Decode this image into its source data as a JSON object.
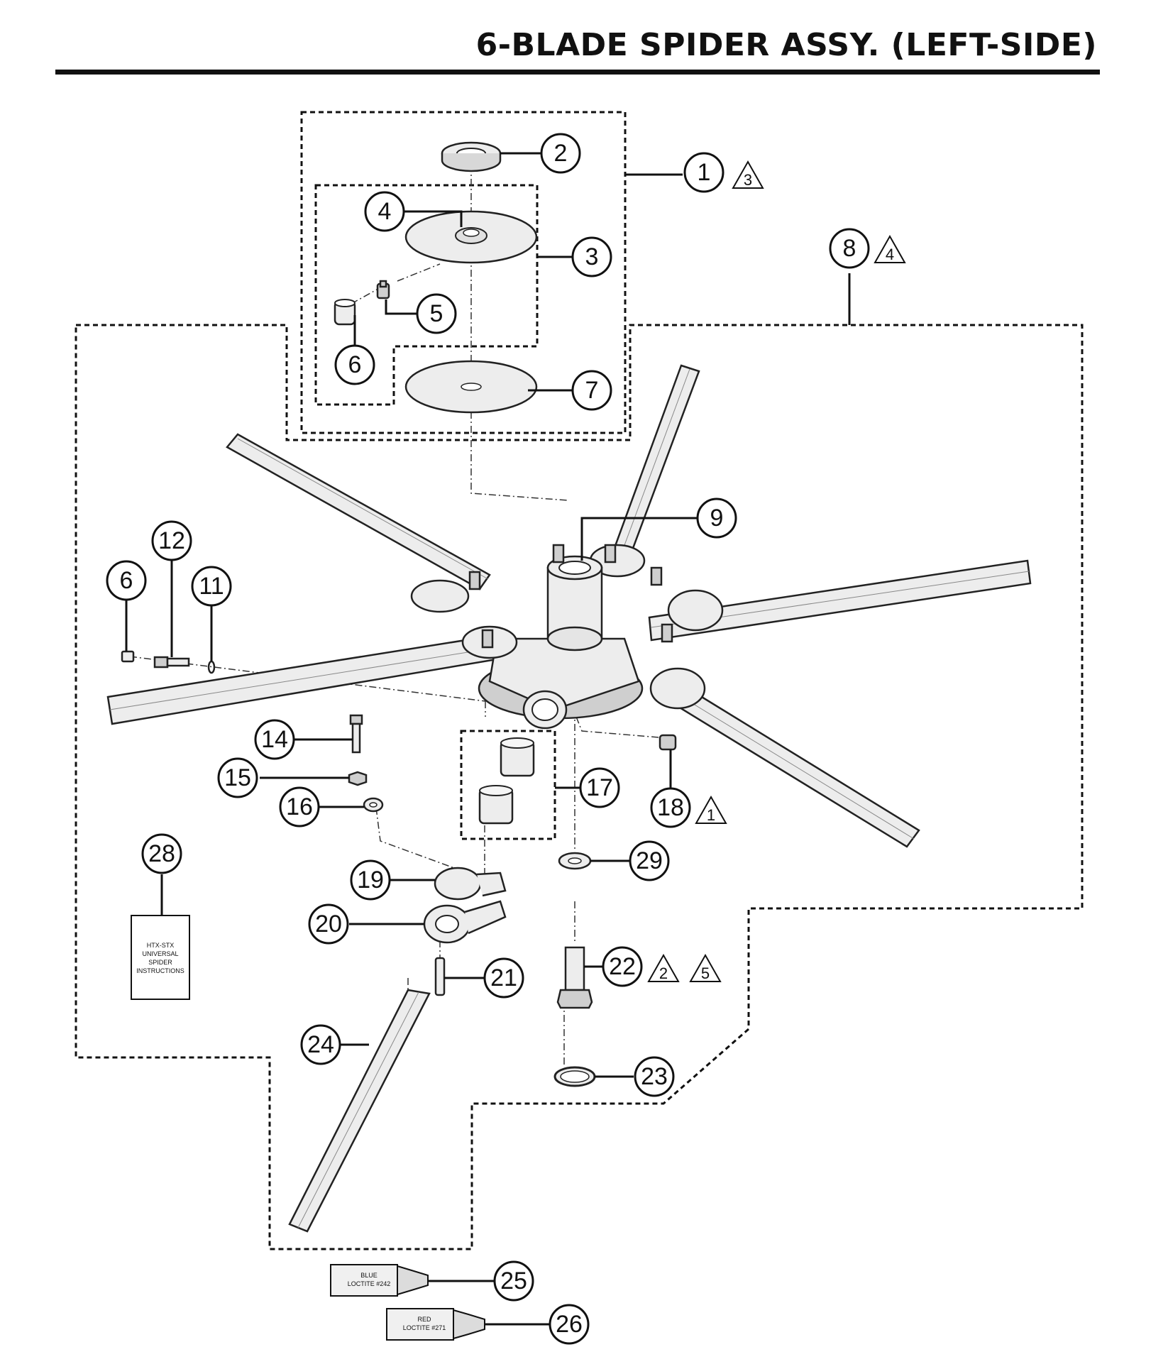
{
  "title": "6-BLADE SPIDER ASSY. (LEFT-SIDE)",
  "callouts": [
    {
      "id": "c1",
      "label": "1",
      "note": "3"
    },
    {
      "id": "c2",
      "label": "2"
    },
    {
      "id": "c3",
      "label": "3"
    },
    {
      "id": "c4",
      "label": "4"
    },
    {
      "id": "c5",
      "label": "5"
    },
    {
      "id": "c6a",
      "label": "6"
    },
    {
      "id": "c7",
      "label": "7"
    },
    {
      "id": "c8",
      "label": "8",
      "note": "4"
    },
    {
      "id": "c9",
      "label": "9"
    },
    {
      "id": "c12",
      "label": "12"
    },
    {
      "id": "c6b",
      "label": "6"
    },
    {
      "id": "c11",
      "label": "11"
    },
    {
      "id": "c14",
      "label": "14"
    },
    {
      "id": "c15",
      "label": "15"
    },
    {
      "id": "c16",
      "label": "16"
    },
    {
      "id": "c17",
      "label": "17"
    },
    {
      "id": "c18",
      "label": "18",
      "note": "1"
    },
    {
      "id": "c28",
      "label": "28"
    },
    {
      "id": "c29",
      "label": "29"
    },
    {
      "id": "c19",
      "label": "19"
    },
    {
      "id": "c20",
      "label": "20"
    },
    {
      "id": "c22",
      "label": "22",
      "note": "2",
      "note2": "5"
    },
    {
      "id": "c21",
      "label": "21"
    },
    {
      "id": "c24",
      "label": "24"
    },
    {
      "id": "c23",
      "label": "23"
    },
    {
      "id": "c25",
      "label": "25"
    },
    {
      "id": "c26",
      "label": "26"
    }
  ],
  "instructions_card": {
    "line1": "HTX-STX",
    "line2": "UNIVERSAL",
    "line3": "SPIDER",
    "line4": "INSTRUCTIONS"
  },
  "tube_blue": {
    "line1": "BLUE",
    "line2": "LOCTITE #242"
  },
  "tube_red": {
    "line1": "RED",
    "line2": "LOCTITE #271"
  }
}
